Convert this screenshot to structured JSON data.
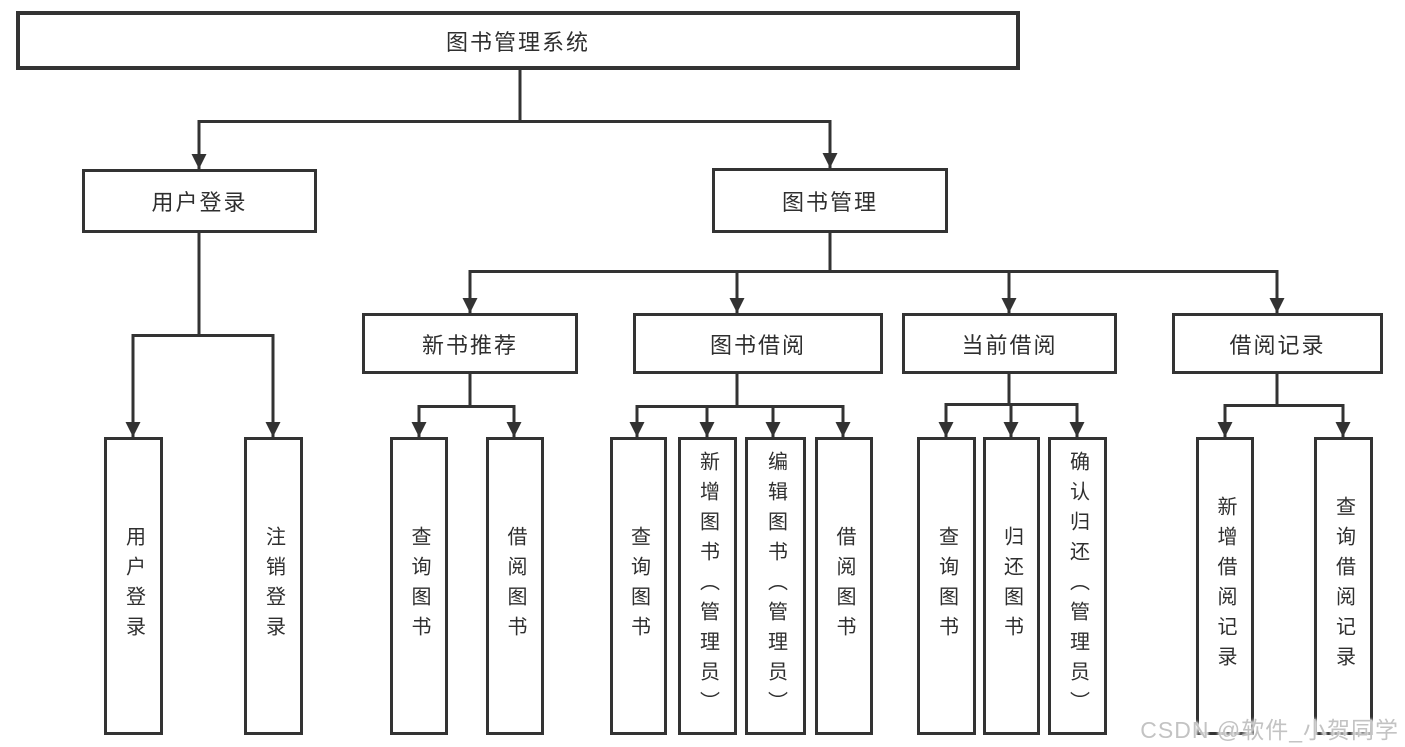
{
  "diagram": {
    "root": {
      "label": "图书管理系统"
    },
    "level2": [
      {
        "label": "用户登录"
      },
      {
        "label": "图书管理"
      }
    ],
    "level3": [
      {
        "label": "新书推荐"
      },
      {
        "label": "图书借阅"
      },
      {
        "label": "当前借阅"
      },
      {
        "label": "借阅记录"
      }
    ],
    "leaves": {
      "user_login": [
        "用户登录",
        "注销登录"
      ],
      "new_books": [
        "查询图书",
        "借阅图书"
      ],
      "book_borrow": [
        "查询图书",
        "新增图书（管理员）",
        "编辑图书（管理员）",
        "借阅图书"
      ],
      "current_borrow": [
        "查询图书",
        "归还图书",
        "确认归还（管理员）"
      ],
      "borrow_records": [
        "新增借阅记录",
        "查询借阅记录"
      ]
    },
    "colors": {
      "line": "#333333",
      "text": "#2f2f2f",
      "background": "#ffffff",
      "watermark": "#c3c3c3"
    }
  },
  "watermark": "CSDN @软件_小贺同学"
}
